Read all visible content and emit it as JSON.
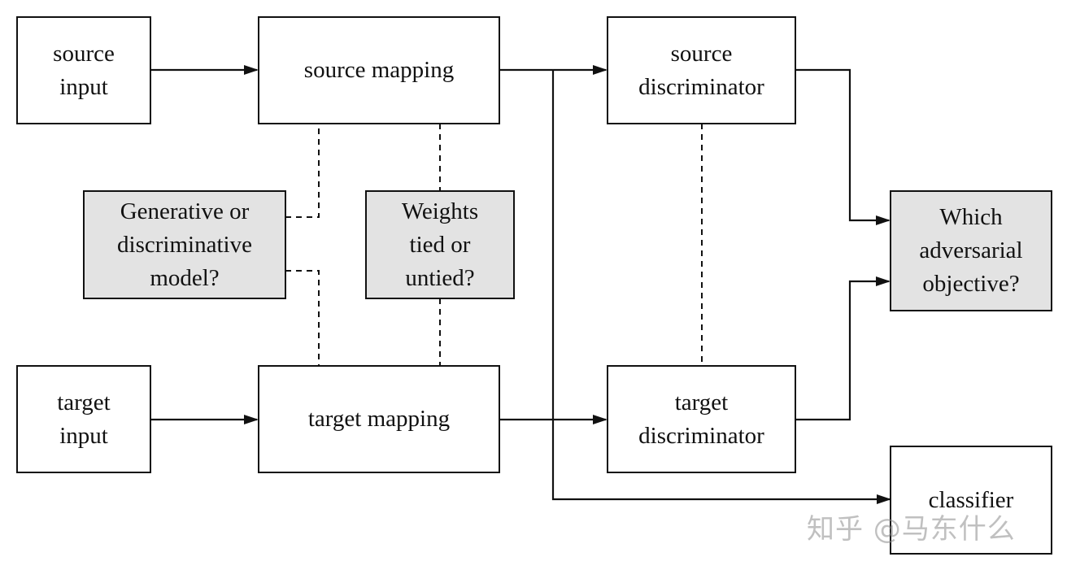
{
  "diagram": {
    "nodes": {
      "source_input": "source\ninput",
      "source_mapping": "source mapping",
      "source_discriminator": "source\ndiscriminator",
      "generative_question": "Generative or\ndiscriminative\nmodel?",
      "weights_question": "Weights\ntied or\nuntied?",
      "adversarial_objective": "Which\nadversarial\nobjective?",
      "target_input": "target\ninput",
      "target_mapping": "target mapping",
      "target_discriminator": "target\ndiscriminator",
      "classifier": "classifier"
    },
    "edges": [
      {
        "from": "source_input",
        "to": "source_mapping",
        "style": "solid-arrow"
      },
      {
        "from": "source_mapping",
        "to": "source_discriminator",
        "style": "solid-arrow"
      },
      {
        "from": "source_mapping",
        "to": "classifier",
        "style": "solid-arrow"
      },
      {
        "from": "target_input",
        "to": "target_mapping",
        "style": "solid-arrow"
      },
      {
        "from": "target_mapping",
        "to": "target_discriminator",
        "style": "solid-arrow"
      },
      {
        "from": "source_discriminator",
        "to": "adversarial_objective",
        "style": "solid-arrow"
      },
      {
        "from": "target_discriminator",
        "to": "adversarial_objective",
        "style": "solid-arrow"
      },
      {
        "from": "generative_question",
        "to": "source_mapping",
        "style": "dashed"
      },
      {
        "from": "generative_question",
        "to": "target_mapping",
        "style": "dashed"
      },
      {
        "from": "weights_question",
        "to": "source_mapping",
        "style": "dashed"
      },
      {
        "from": "weights_question",
        "to": "target_mapping",
        "style": "dashed"
      },
      {
        "from": "source_discriminator",
        "to": "target_discriminator",
        "style": "dashed"
      }
    ],
    "colors": {
      "line": "#111111",
      "question_fill": "#e3e3e3",
      "box_fill": "#ffffff"
    }
  },
  "watermark": {
    "text": "知乎 @马东什么"
  }
}
